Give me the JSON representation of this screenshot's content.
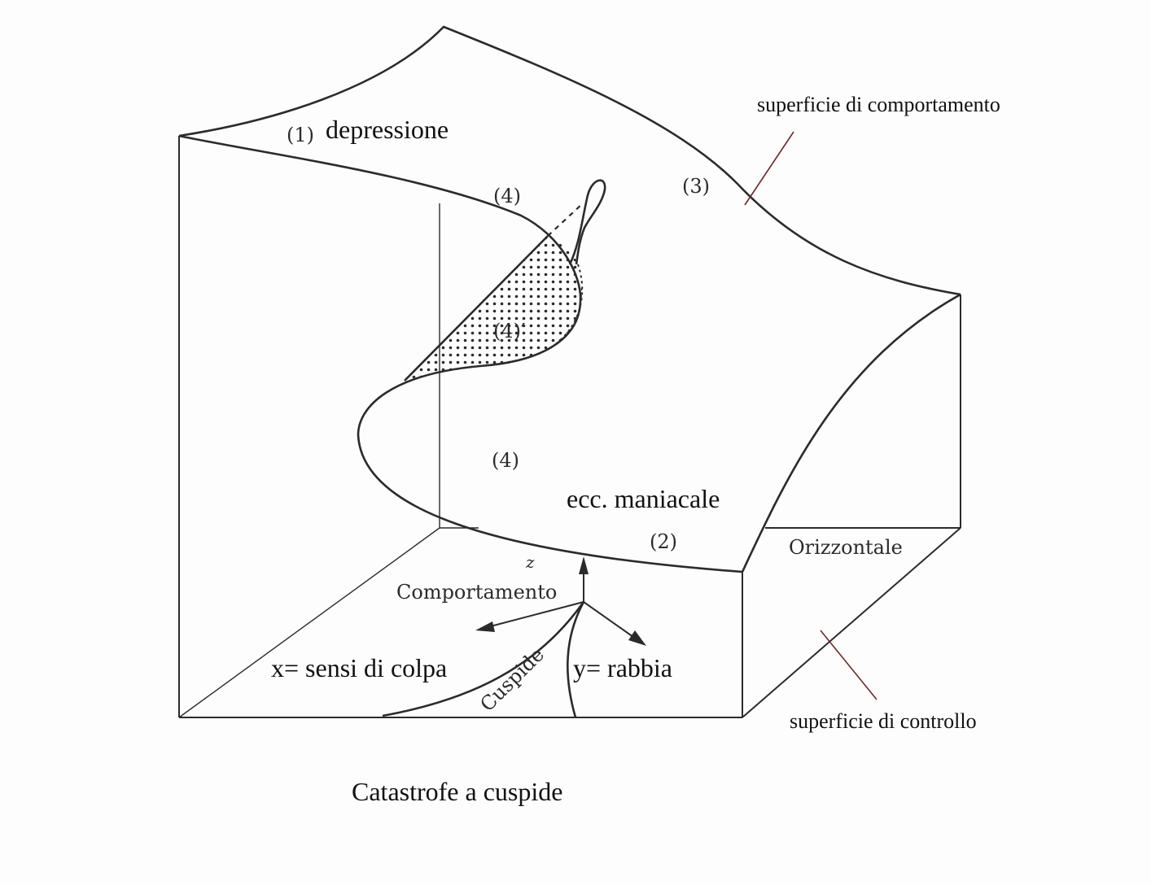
{
  "diagram": {
    "caption": "Catastrofe a cuspide",
    "labels": {
      "depressione": "depressione",
      "depressione_num": "(1)",
      "region3": "(3)",
      "region4_top": "(4)",
      "region4_prime": "(4)′",
      "region4_bottom": "(4)",
      "maniacale": "ecc. maniacale",
      "region2": "(2)",
      "behavior_surface": "superficie di comportamento",
      "control_surface": "superficie di controllo",
      "horizontal": "Orizzontale",
      "z_axis": "z",
      "behavior_axis": "Comportamento",
      "x_axis": "x= sensi di colpa",
      "y_axis": "y= rabbia",
      "cusp": "Cuspide"
    },
    "colors": {
      "ink": "#2b2b2b",
      "leader_line": "#6b2a2a",
      "paper": "#fdfdfd"
    }
  }
}
